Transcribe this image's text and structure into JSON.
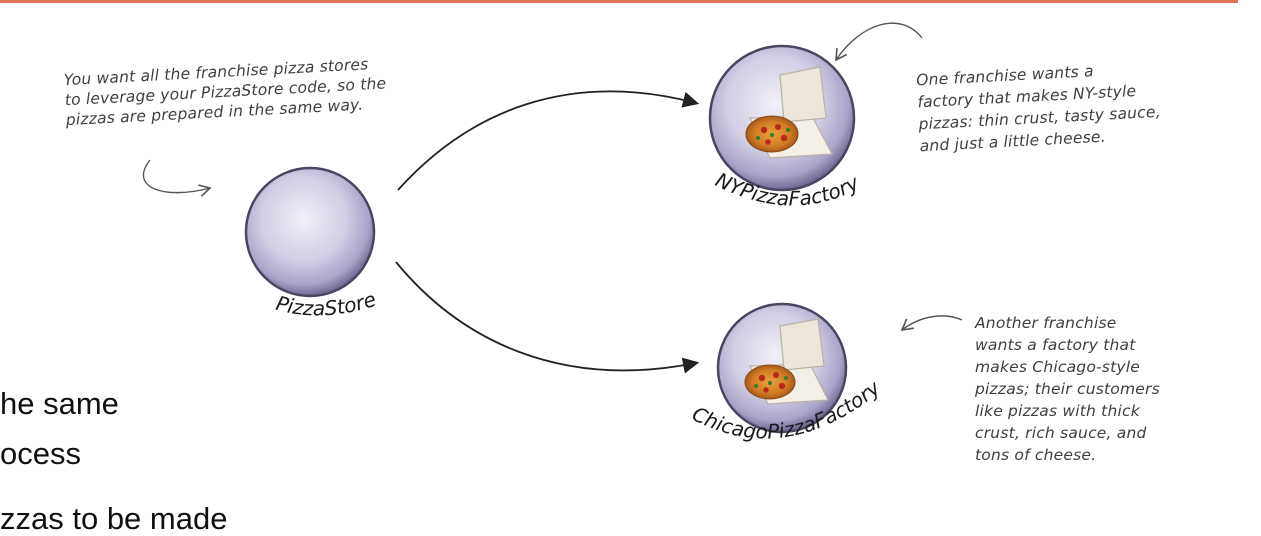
{
  "notes": {
    "top_left": [
      "You want all the franchise pizza stores",
      "to leverage your PizzaStore code, so the",
      "pizzas are prepared in the same way."
    ],
    "ny": [
      "One franchise wants a",
      "factory that makes NY-style",
      "pizzas: thin crust, tasty sauce,",
      "and just a little cheese."
    ],
    "chicago": [
      "Another franchise",
      "wants a factory that",
      "makes Chicago-style",
      "pizzas; their customers",
      "like pizzas with thick",
      "crust, rich sauce, and",
      "tons of cheese."
    ]
  },
  "nodes": {
    "pizza_store": "PizzaStore",
    "ny_factory": "NYPizzaFactory",
    "chicago_factory": "ChicagoPizzaFactory"
  },
  "slide_text": {
    "line1": "he same",
    "line2": "ocess",
    "line3": "zzas to be made"
  },
  "colors": {
    "accent_rule": "#e2735a",
    "sphere_outline": "#4a4660",
    "sphere_fill": "#d8d4ea"
  }
}
